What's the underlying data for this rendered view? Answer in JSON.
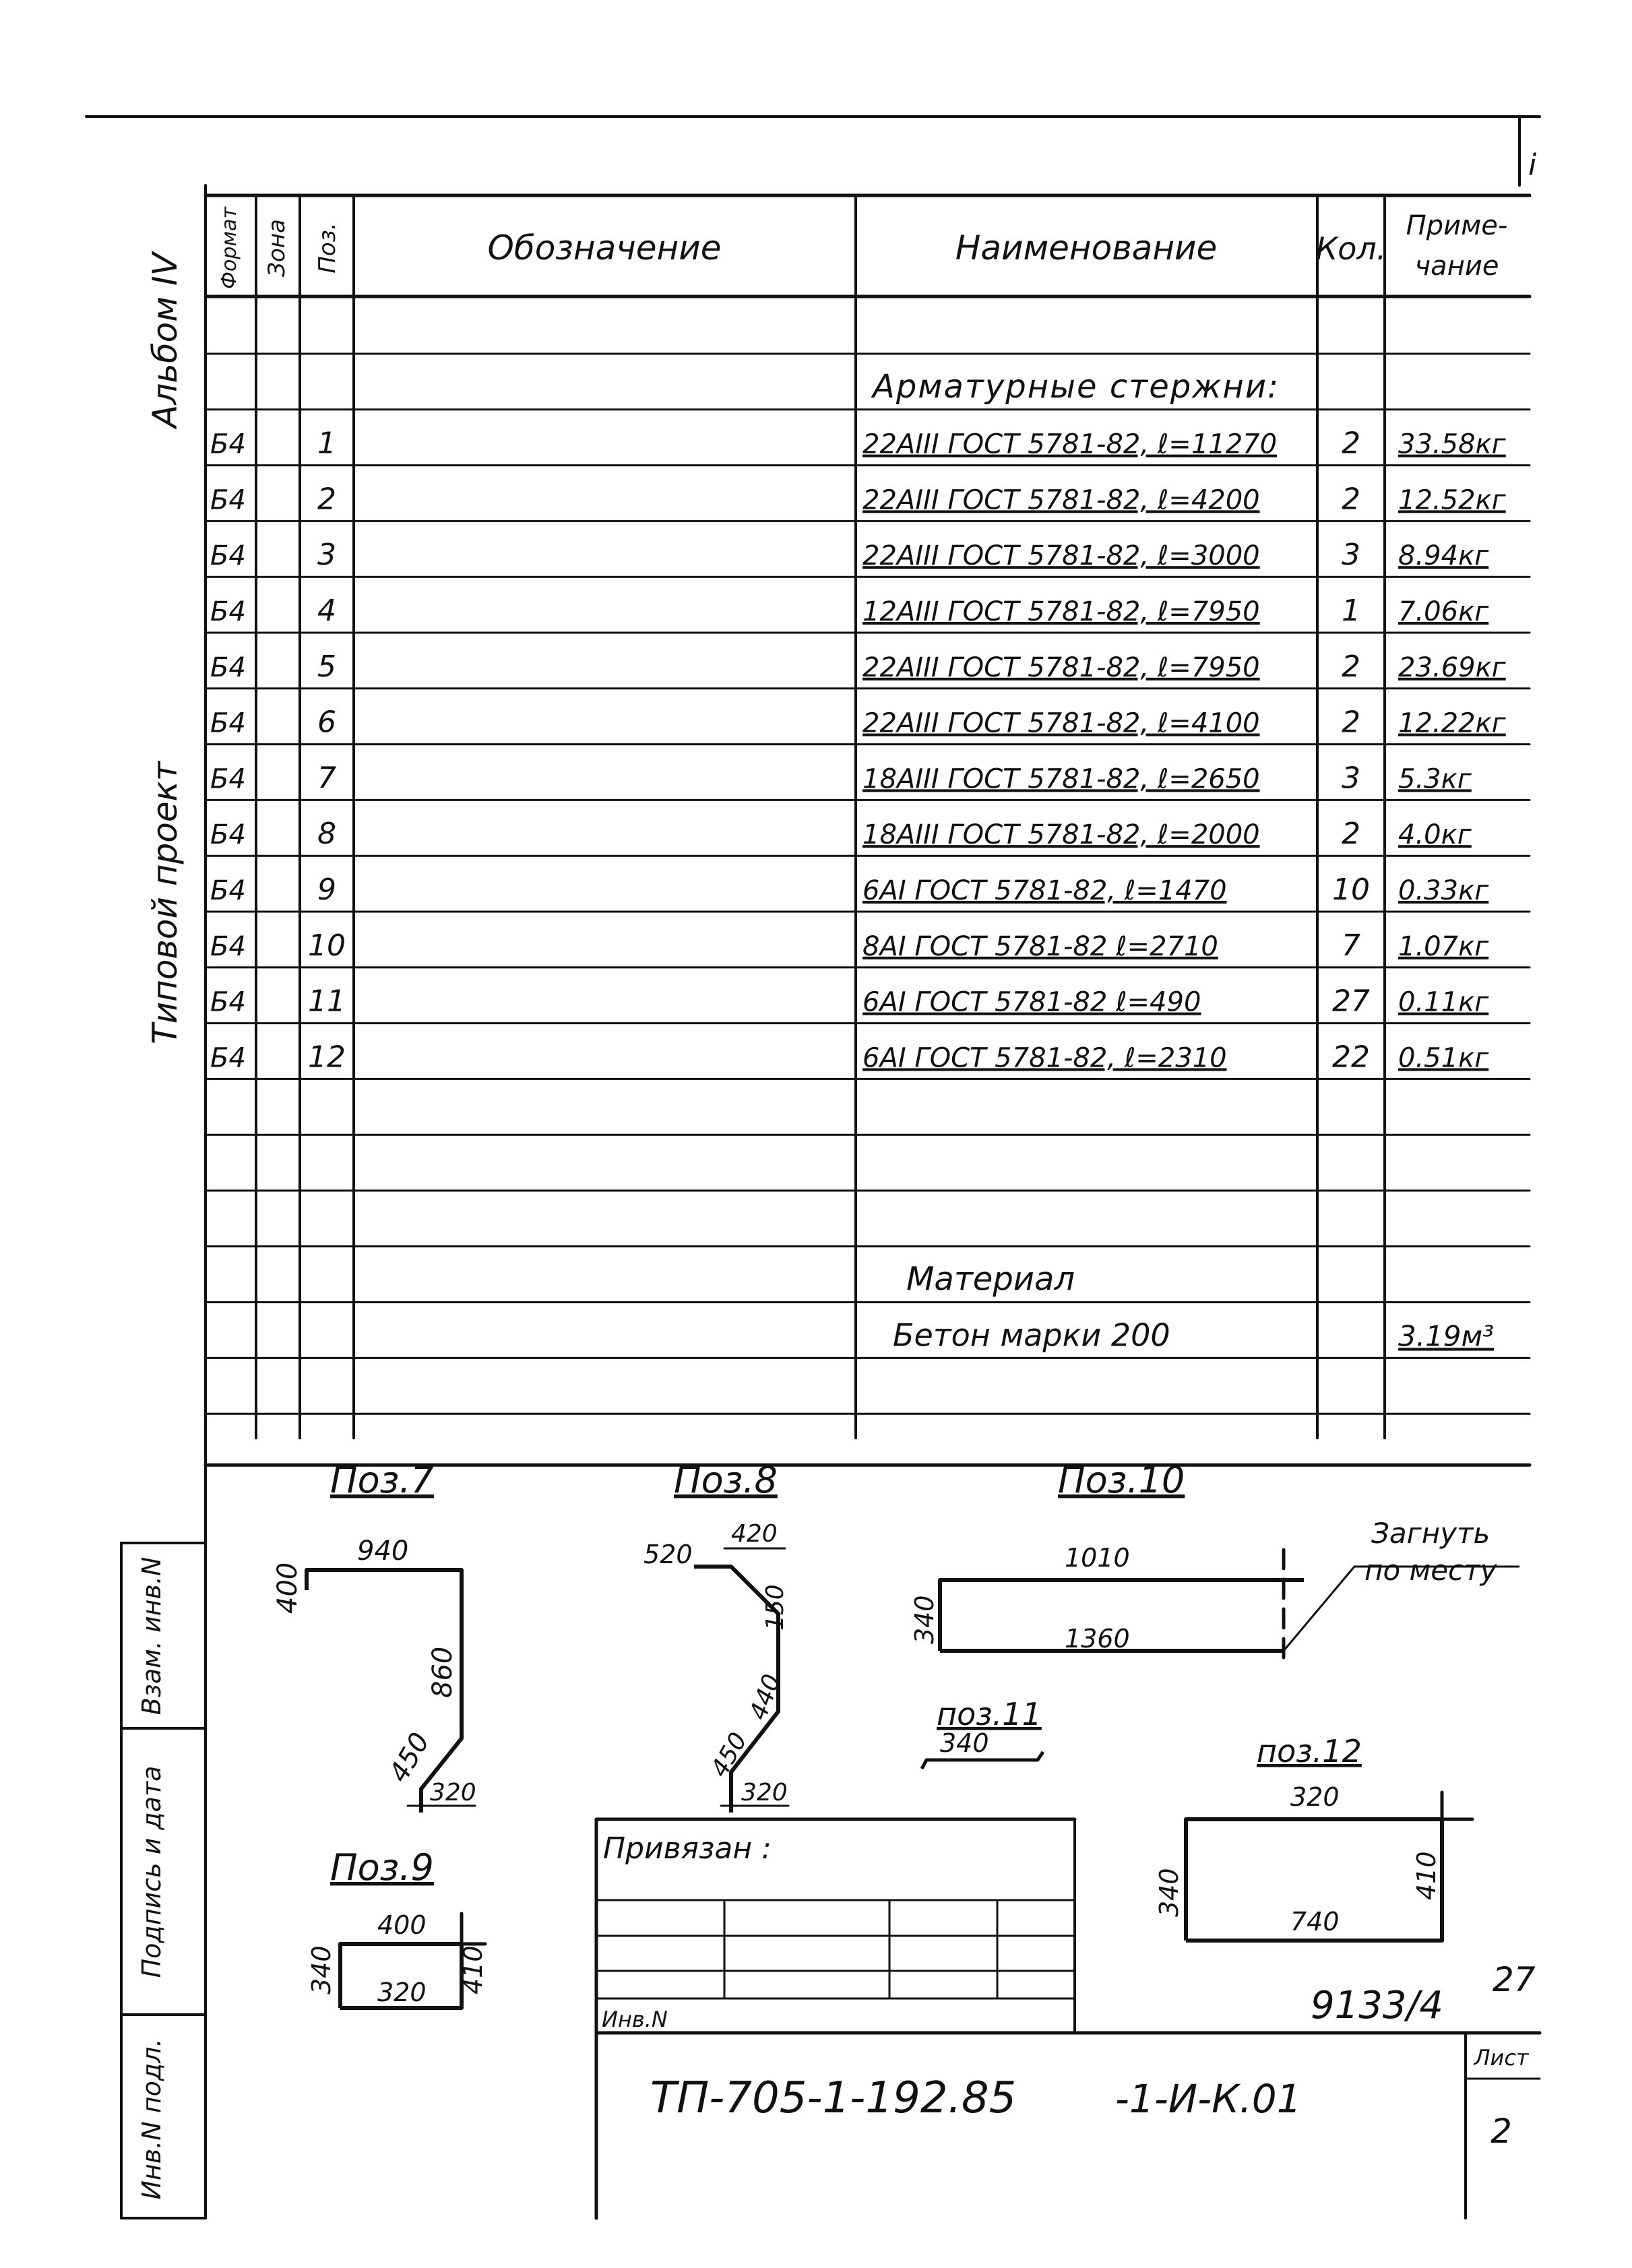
{
  "corner_mark": "і",
  "side_labels": {
    "album": "Альбом IV",
    "project": "Типовой  проект"
  },
  "stamp_labels": {
    "inv_orig": "Инв.N подл.",
    "sign_date": "Подпись и дата",
    "inv_replace": "Взам. инв.N"
  },
  "spec": {
    "headers": {
      "format": "Формат",
      "zone": "Зона",
      "pos": "Поз.",
      "designation": "Обозначение",
      "name": "Наименование",
      "qty": "Кол.",
      "note1": "Приме-",
      "note2": "чание"
    },
    "section_rebar": "Арматурные  стержни:",
    "rows": [
      {
        "format": "Б4",
        "pos": "1",
        "name": "22АIII ГОСТ 5781-82, ℓ=11270",
        "qty": "2",
        "note": "33.58кг"
      },
      {
        "format": "Б4",
        "pos": "2",
        "name": "22АIII ГОСТ 5781-82, ℓ=4200",
        "qty": "2",
        "note": "12.52кг"
      },
      {
        "format": "Б4",
        "pos": "3",
        "name": "22АIII ГОСТ 5781-82, ℓ=3000",
        "qty": "3",
        "note": "8.94кг"
      },
      {
        "format": "Б4",
        "pos": "4",
        "name": "12АIII ГОСТ 5781-82, ℓ=7950",
        "qty": "1",
        "note": "7.06кг"
      },
      {
        "format": "Б4",
        "pos": "5",
        "name": "22АIII ГОСТ 5781-82, ℓ=7950",
        "qty": "2",
        "note": "23.69кг"
      },
      {
        "format": "Б4",
        "pos": "6",
        "name": "22АIII ГОСТ 5781-82, ℓ=4100",
        "qty": "2",
        "note": "12.22кг"
      },
      {
        "format": "Б4",
        "pos": "7",
        "name": "18АIII ГОСТ 5781-82, ℓ=2650",
        "qty": "3",
        "note": "5.3кг"
      },
      {
        "format": "Б4",
        "pos": "8",
        "name": "18АIII ГОСТ 5781-82, ℓ=2000",
        "qty": "2",
        "note": "4.0кг"
      },
      {
        "format": "Б4",
        "pos": "9",
        "name": "6АI ГОСТ 5781-82, ℓ=1470",
        "qty": "10",
        "note": "0.33кг"
      },
      {
        "format": "Б4",
        "pos": "10",
        "name": "8АI ГОСТ 5781-82  ℓ=2710",
        "qty": "7",
        "note": "1.07кг"
      },
      {
        "format": "Б4",
        "pos": "11",
        "name": "6АI ГОСТ 5781-82   ℓ=490",
        "qty": "27",
        "note": "0.11кг"
      },
      {
        "format": "Б4",
        "pos": "12",
        "name": "6АI ГОСТ 5781-82,  ℓ=2310",
        "qty": "22",
        "note": "0.51кг"
      }
    ],
    "section_material": "Материал",
    "concrete_name": "Бетон  марки 200",
    "concrete_note": "3.19м³"
  },
  "sketches": {
    "pos7": {
      "title": "Поз.7",
      "d1": "940",
      "d2": "400",
      "d3": "860",
      "d4": "450",
      "d5": "320"
    },
    "pos8": {
      "title": "Поз.8",
      "d1": "520",
      "d2": "420",
      "d3": "150",
      "d4": "440",
      "d5": "450",
      "d6": "320"
    },
    "pos10": {
      "title": "Поз.10",
      "d1": "1010",
      "d2": "1360",
      "d3": "340",
      "note1": "Загнуть",
      "note2": "по месту"
    },
    "pos11": {
      "title": "поз.11",
      "d1": "340"
    },
    "pos12": {
      "title": "поз.12",
      "d1": "320",
      "d2": "740",
      "d3": "340",
      "d4": "410"
    },
    "pos9": {
      "title": "Поз.9",
      "d1": "400",
      "d2": "320",
      "d3": "340",
      "d4": "410"
    }
  },
  "title_block": {
    "bound": "Привязан :",
    "inv": "Инв.N",
    "code_number": "9133/4",
    "code_page": "27",
    "doc_code": "ТП-705-1-192.85",
    "doc_suffix": "-1-И-К.01",
    "sheet_label": "Лист",
    "sheet_no": "2"
  }
}
